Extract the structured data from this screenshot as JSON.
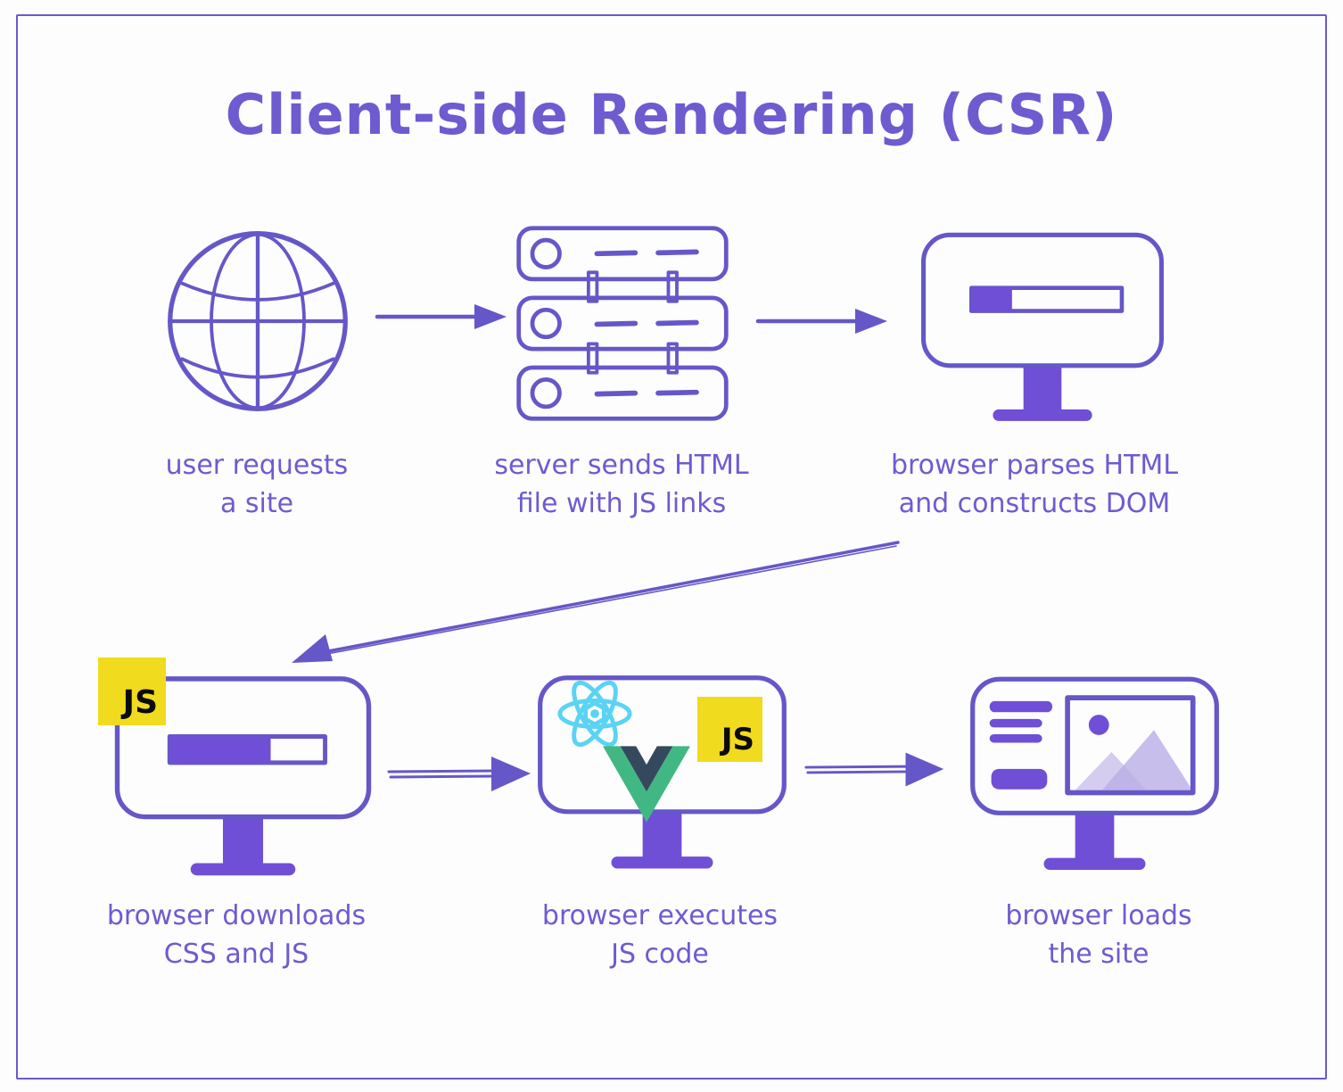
{
  "title": "Client-side Rendering (CSR)",
  "colors": {
    "ink_purple": "#6657c8",
    "fill_purple": "#6f4fd6",
    "text_purple": "#6e5bd0",
    "js_yellow": "#f0db1e",
    "react_cyan": "#5bd3f3",
    "vue_green": "#41b883",
    "vue_slate": "#35495e",
    "mountain_lavender": "#b9aee6"
  },
  "badges": {
    "js_label": "JS"
  },
  "steps": [
    {
      "name": "user-requests-a-site",
      "icon": "globe-icon",
      "caption": [
        "user requests",
        "a site"
      ]
    },
    {
      "name": "server-sends-html",
      "icon": "server-icon",
      "caption": [
        "server sends HTML",
        "file with JS links"
      ]
    },
    {
      "name": "browser-parses-html",
      "icon": "monitor-loading-icon",
      "caption": [
        "browser parses HTML",
        "and constructs DOM"
      ],
      "progress_percent": 27
    },
    {
      "name": "browser-downloads-css-js",
      "icon": "monitor-download-icon",
      "caption": [
        "browser downloads",
        "CSS and JS"
      ],
      "progress_percent": 65,
      "badge": "JS"
    },
    {
      "name": "browser-executes-js",
      "icon": "monitor-frameworks-icon",
      "caption": [
        "browser executes",
        "JS code"
      ],
      "badge": "JS"
    },
    {
      "name": "browser-loads-site",
      "icon": "monitor-website-icon",
      "caption": [
        "browser loads",
        "the site"
      ]
    }
  ]
}
